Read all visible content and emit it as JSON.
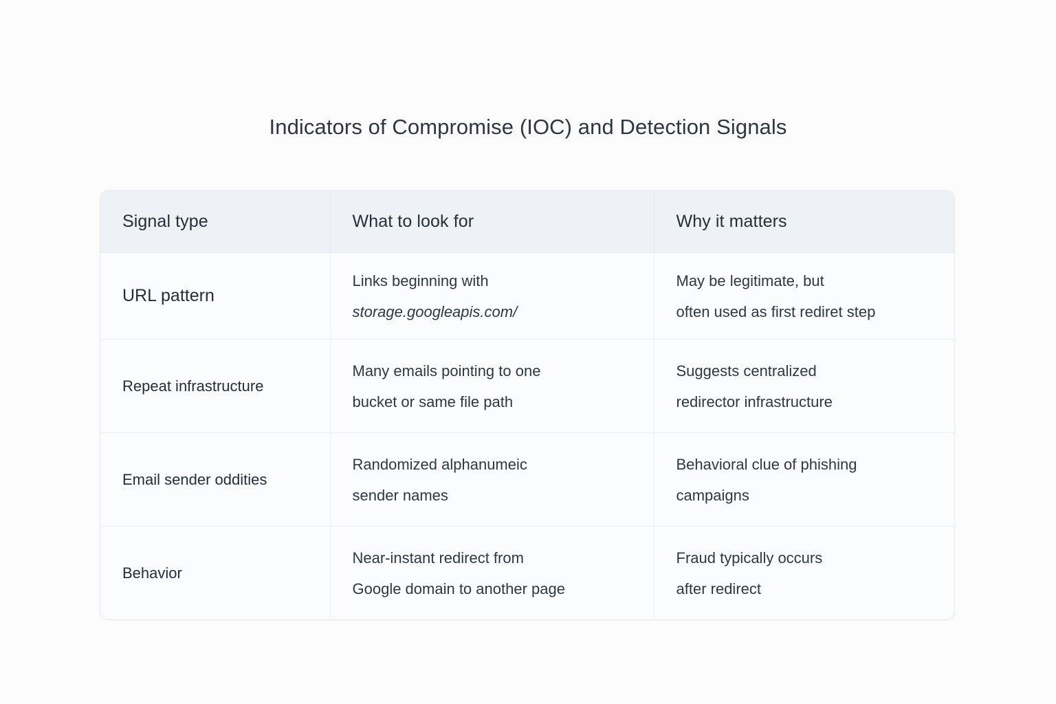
{
  "page": {
    "background_color": "#fcfcfc",
    "title": "Indicators of Compromise (IOC) and Detection Signals"
  },
  "table": {
    "header_background": "#eef2f7",
    "row_background": "#fbfcfd",
    "border_color": "#e3e8ee",
    "text_color": "#2f3741",
    "columns": [
      {
        "key": "signal_type",
        "label": "Signal type"
      },
      {
        "key": "what_to_look_for",
        "label": "What to look for"
      },
      {
        "key": "why_it_matters",
        "label": "Why it matters"
      }
    ],
    "rows": [
      {
        "signal_type": "URL pattern",
        "what_line1": "Links beginning with",
        "what_line2": "storage.googleapis.com/",
        "what_line2_italic": true,
        "why_line1": "May be legitimate, but",
        "why_line2": "often used as first rediret step"
      },
      {
        "signal_type": "Repeat infrastructure",
        "what_line1": "Many emails pointing to one",
        "what_line2": "bucket or same file path",
        "what_line2_italic": false,
        "why_line1": "Suggests centralized",
        "why_line2": "redirector infrastructure"
      },
      {
        "signal_type": "Email sender oddities",
        "what_line1": "Randomized alphanumeic",
        "what_line2": "sender names",
        "what_line2_italic": false,
        "why_line1": "Behavioral clue of phishing",
        "why_line2": "campaigns"
      },
      {
        "signal_type": "Behavior",
        "what_line1": "Near-instant redirect from",
        "what_line2": "Google domain to another page",
        "what_line2_italic": false,
        "why_line1": "Fraud typically occurs",
        "why_line2": "after redirect"
      }
    ]
  }
}
